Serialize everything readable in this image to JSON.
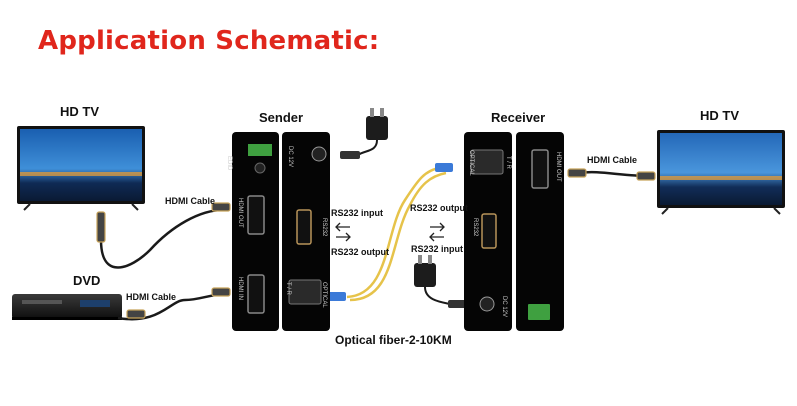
{
  "title": "Application Schematic:",
  "labels": {
    "hdtv_left": "HD TV",
    "hdtv_right": "HD TV",
    "dvd": "DVD",
    "sender": "Sender",
    "receiver": "Receiver",
    "hdmi_cable_1": "HDMI Cable",
    "hdmi_cable_2": "HDMI Cable",
    "hdmi_cable_3": "HDMI Cable",
    "rs232_input_left": "RS232 input",
    "rs232_output_left": "RS232 output",
    "rs232_output_right": "RS232 output",
    "rs232_input_right": "RS232 input",
    "fiber": "Optical fiber-2-10KM"
  },
  "ports": {
    "sender_front": {
      "edid": "EDID",
      "hdmi_out": "HDMI OUT",
      "hdmi_in": "HDMI IN"
    },
    "sender_back": {
      "dc": "DC 12V",
      "rs232": "RS232",
      "optical": "OPTICAL",
      "tr": "T / R"
    },
    "receiver_front": {
      "optical": "OPTICAL",
      "tr": "T / R",
      "rs232": "RS232",
      "dc": "DC 12V"
    },
    "receiver_back": {
      "hdmi_out": "HDMI OUT"
    }
  }
}
